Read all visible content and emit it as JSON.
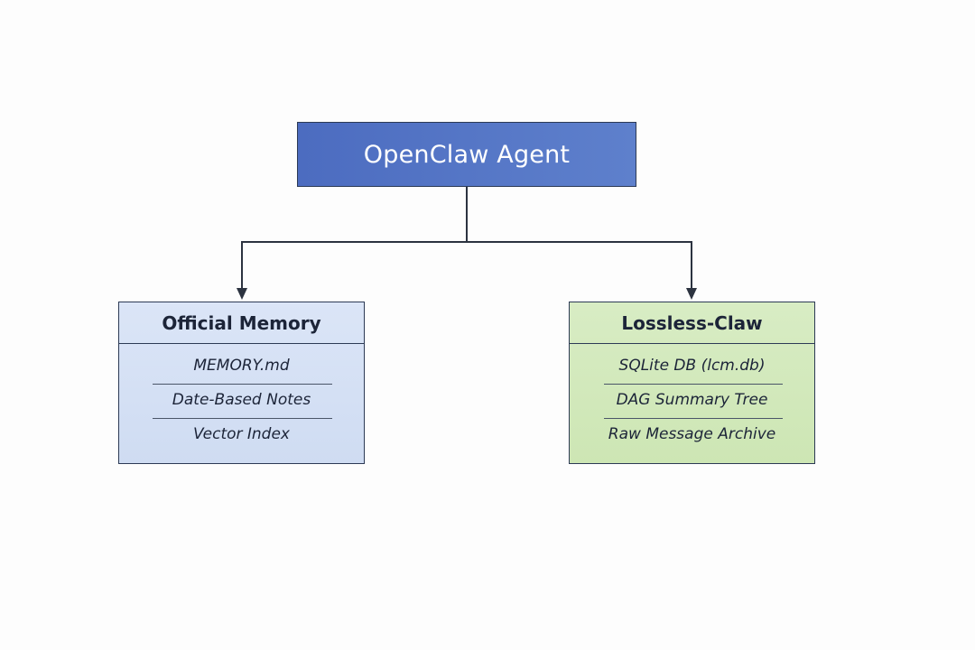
{
  "diagram": {
    "root": {
      "label": "OpenClaw Agent",
      "fill": "#5573c4"
    },
    "children": [
      {
        "title": "Official Memory",
        "fill": "#d5e1f5",
        "items": [
          "MEMORY.md",
          "Date-Based Notes",
          "Vector Index"
        ]
      },
      {
        "title": "Lossless-Claw",
        "fill": "#d3e9bd",
        "items": [
          "SQLite DB (lcm.db)",
          "DAG Summary Tree",
          "Raw Message Archive"
        ]
      }
    ],
    "connector_color": "#2c3340"
  }
}
